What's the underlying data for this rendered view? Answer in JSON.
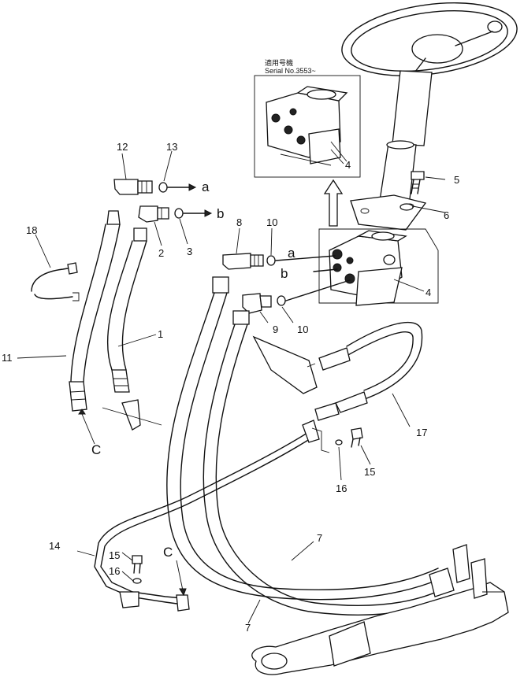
{
  "inset": {
    "heading_jp": "適用号機",
    "heading_serial": "Serial No.3553~"
  },
  "callouts": {
    "p1": "1",
    "p2": "2",
    "p3": "3",
    "p4a": "4",
    "p4b": "4",
    "p5": "5",
    "p6": "6",
    "p7a": "7",
    "p7b": "7",
    "p8": "8",
    "p9": "9",
    "p10a": "10",
    "p10b": "10",
    "p11": "11",
    "p12": "12",
    "p13": "13",
    "p14": "14",
    "p15a": "15",
    "p15b": "15",
    "p16a": "16",
    "p16b": "16",
    "p17": "17",
    "p18": "18"
  },
  "connection_marks": {
    "a1": "a",
    "b1": "b",
    "a2": "a",
    "b2": "b",
    "c1": "C",
    "c2": "C"
  }
}
